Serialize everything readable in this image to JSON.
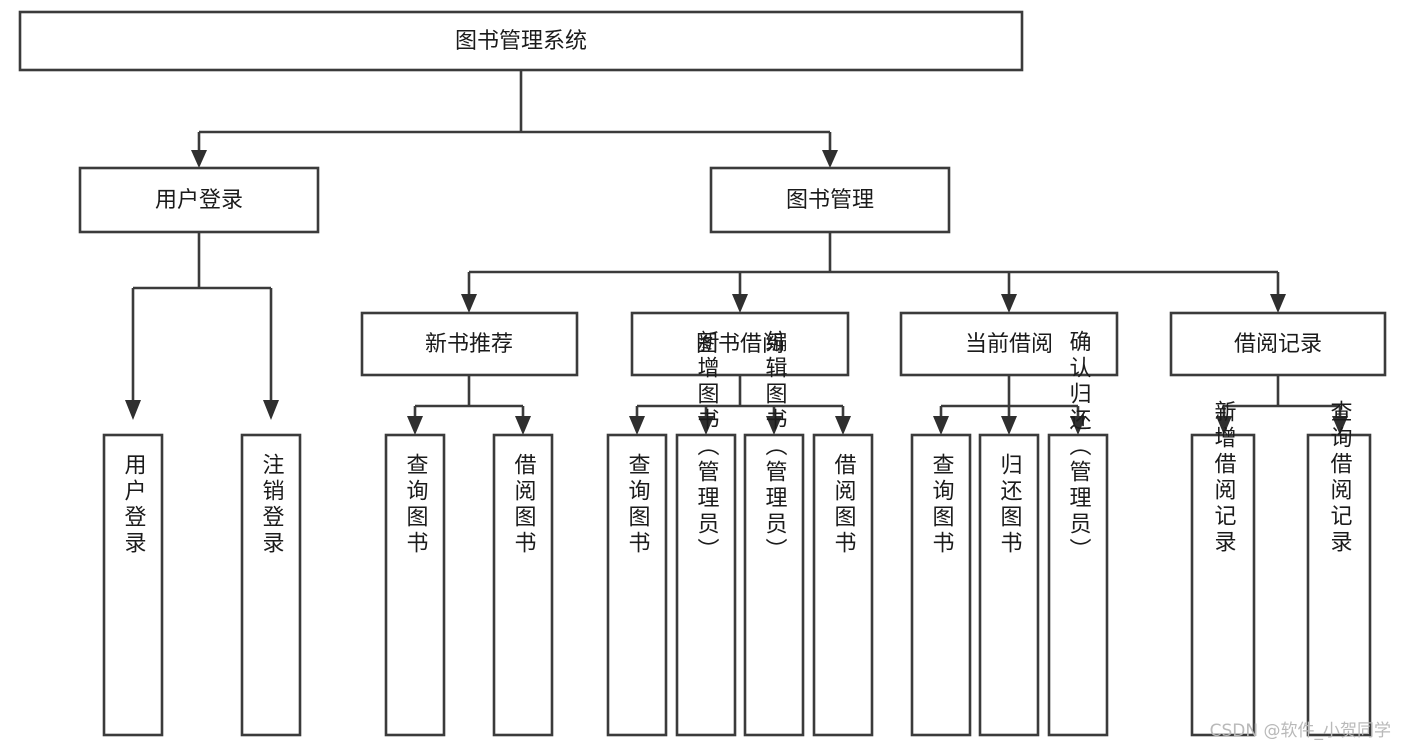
{
  "diagram": {
    "title": "图书管理系统",
    "watermark": "CSDN @软件_小贺同学",
    "colors": {
      "box_stroke": "#3b3b3b",
      "box_fill": "#ffffff",
      "text": "#1b1b1b",
      "connector": "#3b3b3b",
      "watermark": "#b9b9b9",
      "background": "#ffffff"
    },
    "root": {
      "label": "图书管理系统"
    },
    "level2": [
      {
        "label": "用户登录"
      },
      {
        "label": "图书管理"
      }
    ],
    "level3": [
      {
        "label": "新书推荐"
      },
      {
        "label": "图书借阅"
      },
      {
        "label": "当前借阅"
      },
      {
        "label": "借阅记录"
      }
    ],
    "leaves": {
      "user_login": [
        {
          "label": "用户登录"
        },
        {
          "label": "注销登录"
        }
      ],
      "new_book_recommend": [
        {
          "label": "查询图书"
        },
        {
          "label": "借阅图书"
        }
      ],
      "book_borrow": [
        {
          "label": "查询图书"
        },
        {
          "label": "新增图书（管理员）"
        },
        {
          "label": "编辑图书（管理员）"
        },
        {
          "label": "借阅图书"
        }
      ],
      "current_borrow": [
        {
          "label": "查询图书"
        },
        {
          "label": "归还图书"
        },
        {
          "label": "确认归还（管理员）"
        }
      ],
      "borrow_record": [
        {
          "label": "新增借阅记录"
        },
        {
          "label": "查询借阅记录"
        }
      ]
    }
  }
}
